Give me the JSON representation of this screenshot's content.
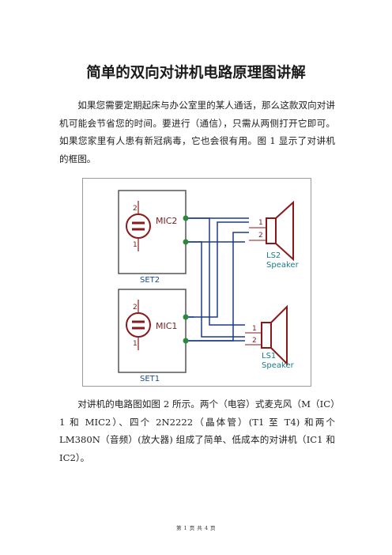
{
  "document": {
    "title": "简单的双向对讲机电路原理图讲解",
    "paragraph1": "如果您需要定期起床与办公室里的某人通话，那么这款双向对讲机可能会节省您的时间。要进行（通信），只需从两侧打开它即可。如果您家里有人患有新冠病毒，它也会很有用。图 1 显示了对讲机的框图。",
    "paragraph2": "对讲机的电路图如图 2 所示。两个（电容）式麦克风（M（IC）1 和 MIC2）、四个 2N2222（晶体管）(T1 至 T4) 和两个 LM380N（音频）(放大器) 组成了简单、低成本的对讲机（IC1 和 IC2）。",
    "footer": "第 1 页 共 4 页"
  },
  "diagram": {
    "set2_label": "SET2",
    "set1_label": "SET1",
    "mic2_label": "MIC2",
    "mic1_label": "MIC1",
    "speaker2_ref": "LS2",
    "speaker2_name": "Speaker",
    "speaker1_ref": "LS1",
    "speaker1_name": "Speaker",
    "pin1": "1",
    "pin2": "2",
    "mic_pin_top": "2",
    "mic_pin_bottom": "1"
  },
  "colors": {
    "wire": "#1a3a8a",
    "junction": "#2a8a3a",
    "component": "#8a1a1a",
    "box": "#555555"
  }
}
